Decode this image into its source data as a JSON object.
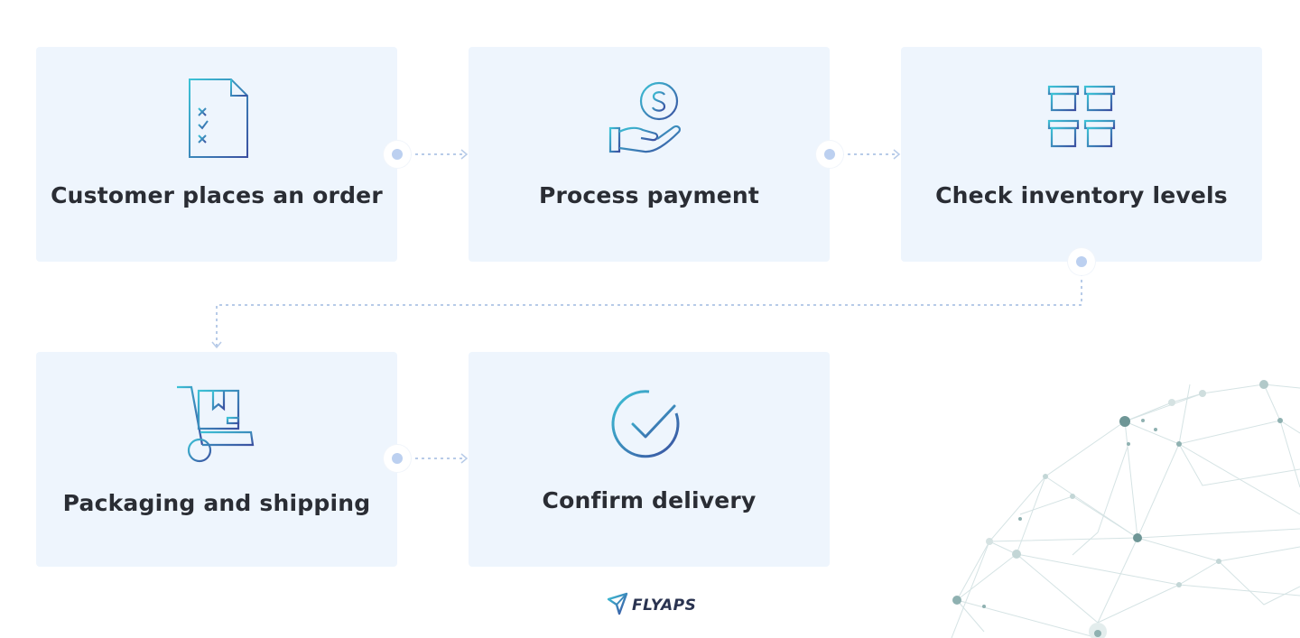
{
  "steps": [
    {
      "label": "Customer places an order",
      "icon": "order-checklist-icon"
    },
    {
      "label": "Process payment",
      "icon": "hand-coin-icon"
    },
    {
      "label": "Check inventory levels",
      "icon": "boxes-stack-icon"
    },
    {
      "label": "Packaging and shipping",
      "icon": "hand-truck-box-icon"
    },
    {
      "label": "Confirm delivery",
      "icon": "check-circle-icon"
    }
  ],
  "brand": {
    "name": "FLYAPS",
    "icon": "paper-plane-icon"
  },
  "colors": {
    "card_bg": "#eef5fd",
    "accent_start": "#3cc3d6",
    "accent_end": "#3b4fa0",
    "connector": "#b7cbe8"
  }
}
